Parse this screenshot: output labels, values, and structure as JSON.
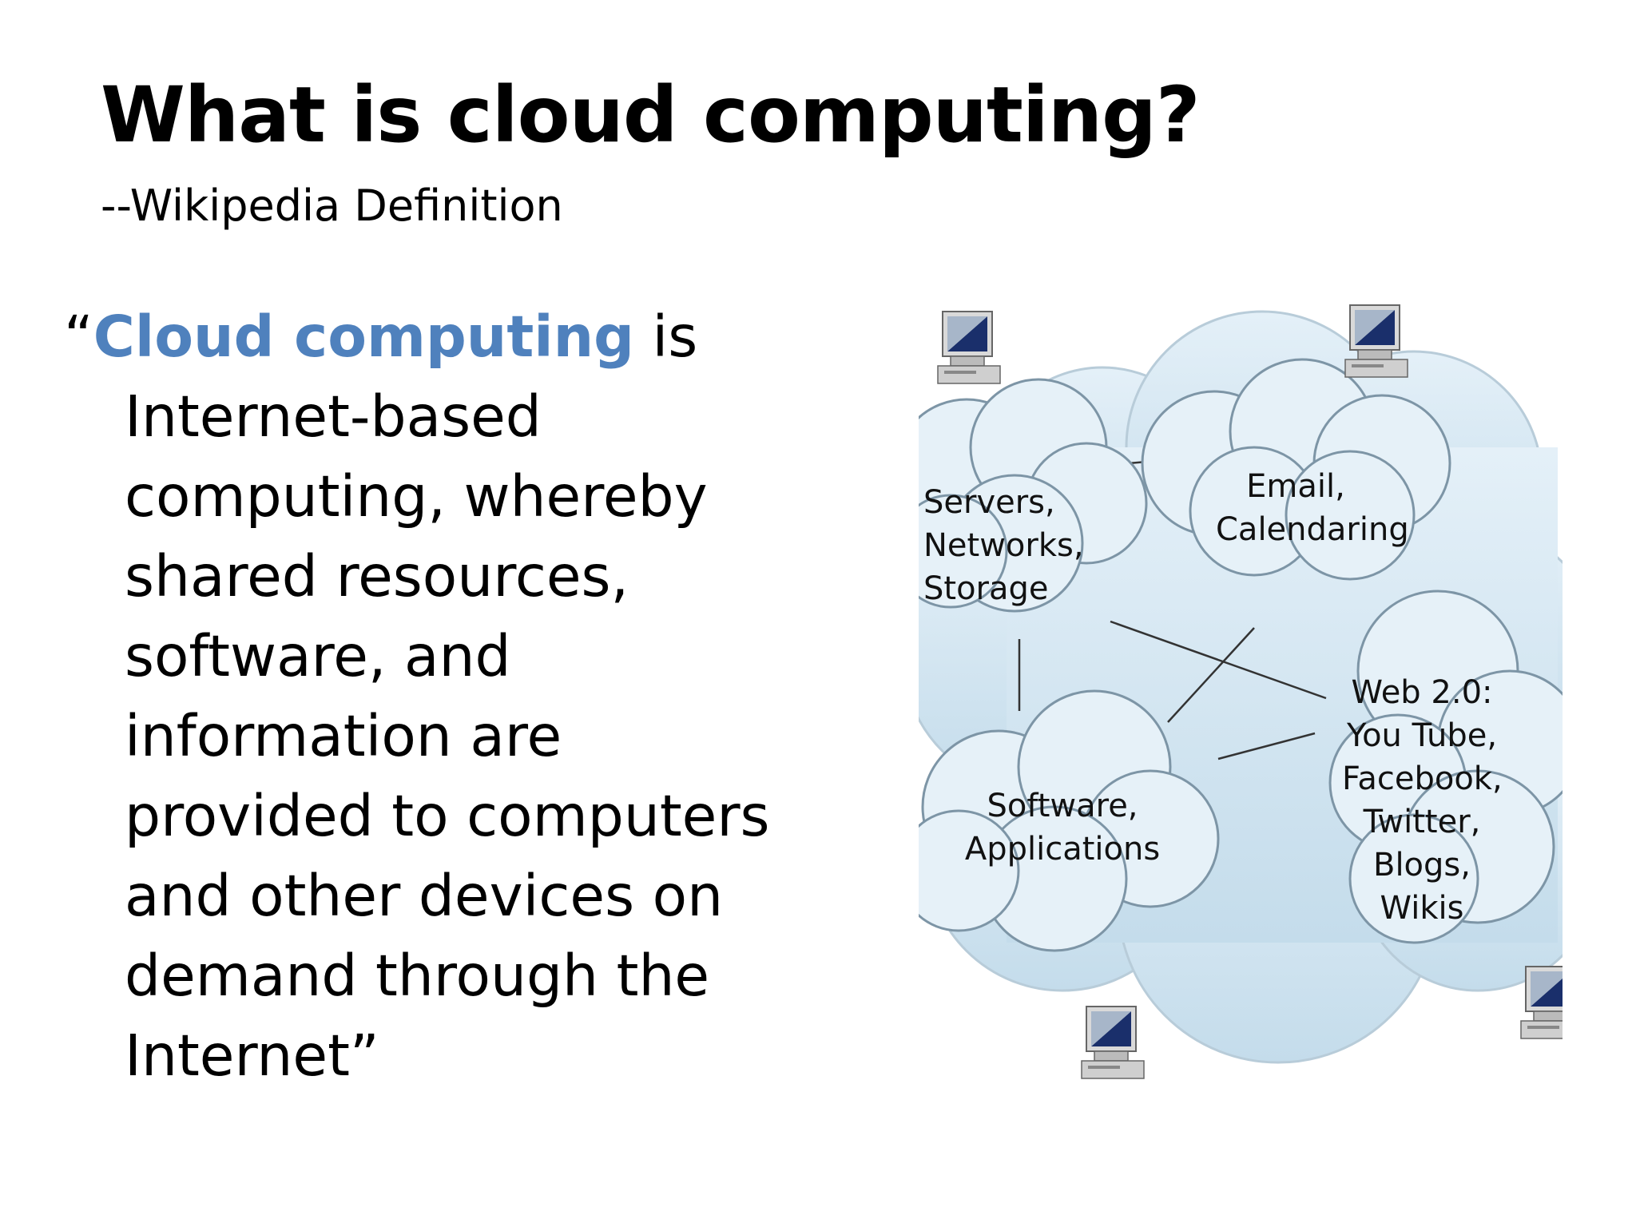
{
  "slide": {
    "title": "What is cloud computing?",
    "subtitle": "--Wikipedia Definition",
    "quote": {
      "open_mark": "“",
      "term": "Cloud computing",
      "term_rest": " is",
      "lines": [
        "Internet-based",
        "computing, whereby",
        "shared resources,",
        "software, and",
        "information are",
        "provided to computers",
        "and other devices on",
        "demand through the",
        "Internet”"
      ]
    },
    "accent_color": "#4f81bd"
  },
  "diagram": {
    "clouds": {
      "servers": {
        "lines": [
          "Servers,",
          "Networks,",
          "Storage"
        ]
      },
      "email": {
        "lines": [
          "Email,",
          "Calendaring"
        ]
      },
      "software": {
        "lines": [
          "Software,",
          "Applications"
        ]
      },
      "web": {
        "lines": [
          "Web 2.0:",
          "You Tube,",
          "Facebook,",
          "Twitter,",
          "Blogs,",
          "Wikis"
        ]
      }
    },
    "cloud_color": "#cfe3f0",
    "computer_icon": "computer-icon"
  }
}
